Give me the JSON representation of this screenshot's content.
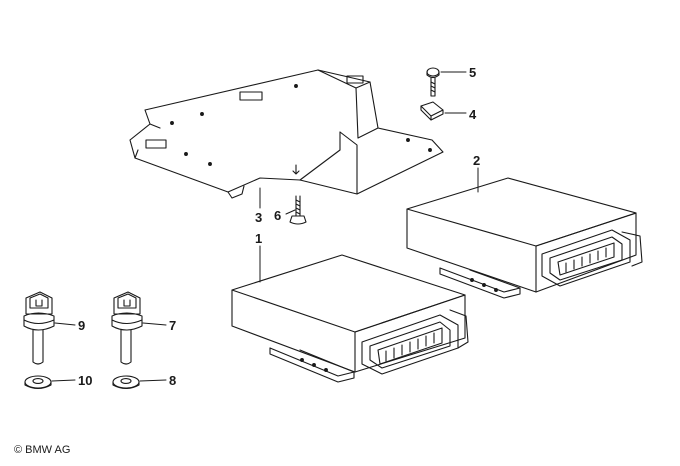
{
  "callouts": [
    {
      "id": "1",
      "text": "1"
    },
    {
      "id": "2",
      "text": "2"
    },
    {
      "id": "3",
      "text": "3"
    },
    {
      "id": "4",
      "text": "4"
    },
    {
      "id": "5",
      "text": "5"
    },
    {
      "id": "6",
      "text": "6"
    },
    {
      "id": "7",
      "text": "7"
    },
    {
      "id": "8",
      "text": "8"
    },
    {
      "id": "9",
      "text": "9"
    },
    {
      "id": "10",
      "text": "10"
    }
  ],
  "copyright": "© BMW AG"
}
